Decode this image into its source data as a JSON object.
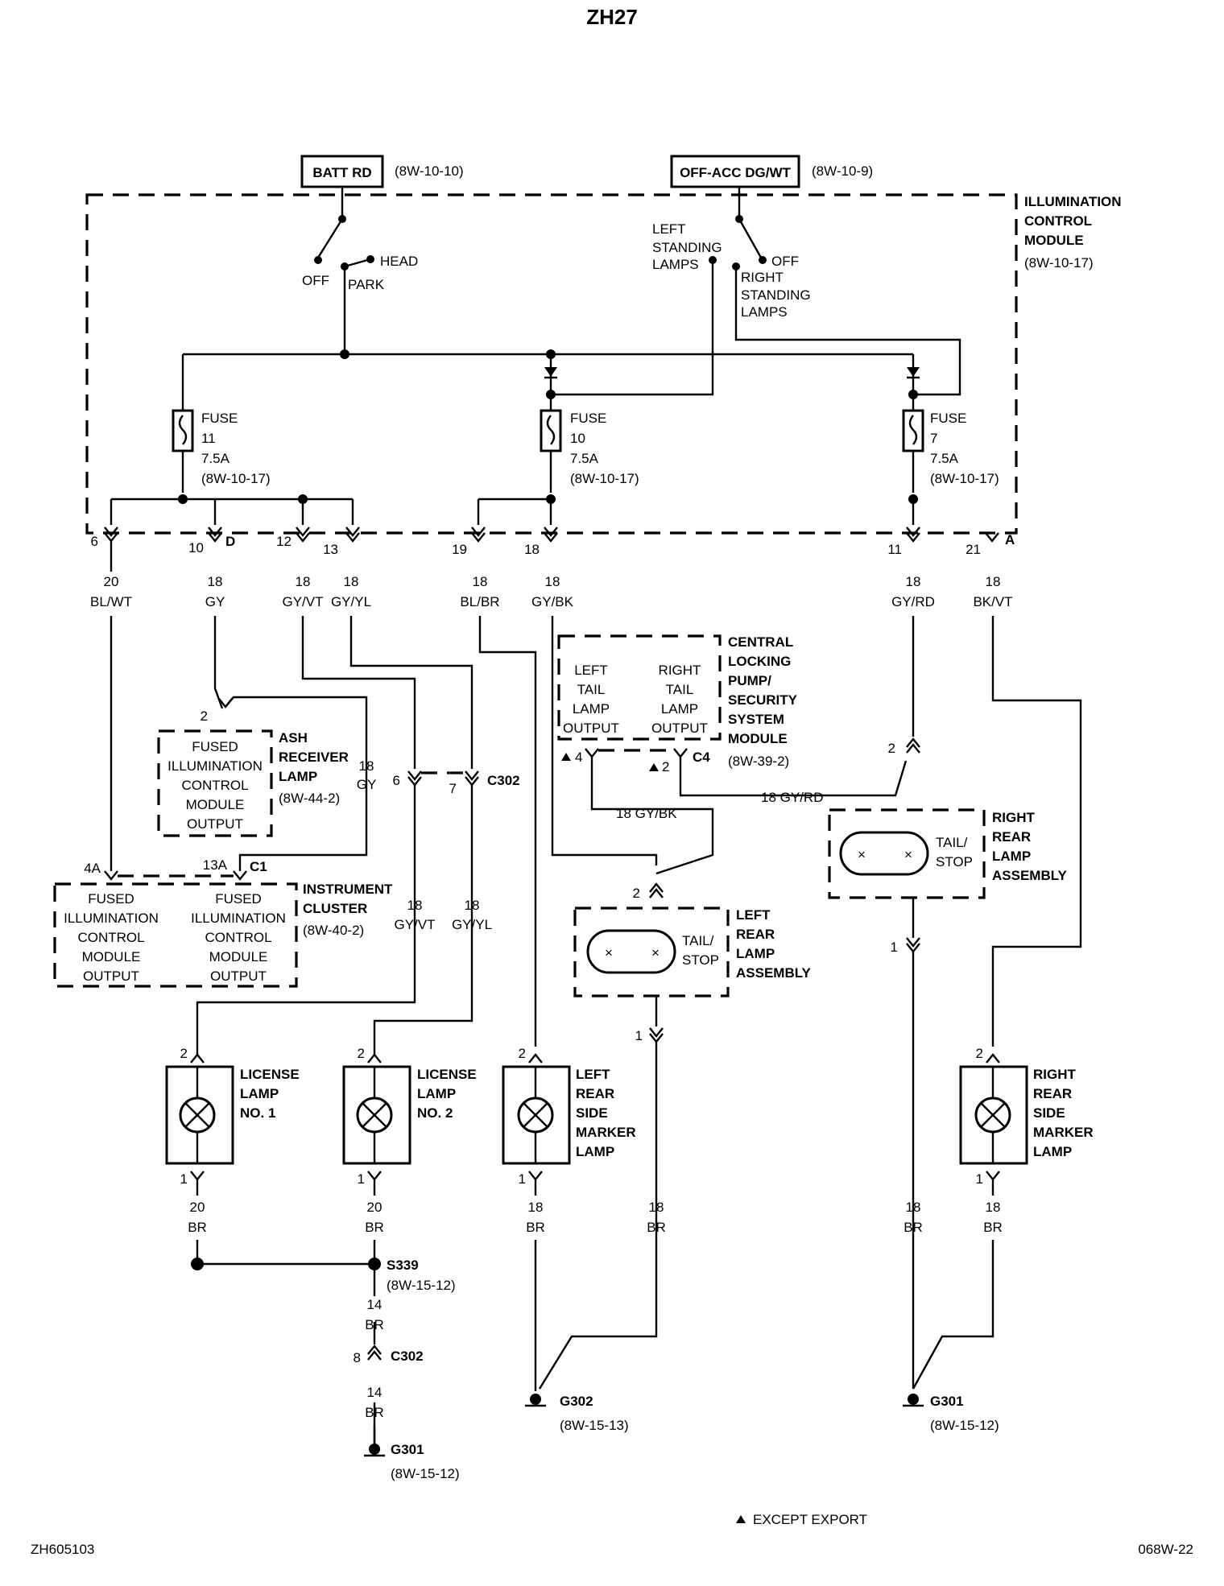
{
  "title": "ZH27",
  "footer": {
    "left": "ZH605103",
    "right": "068W-22",
    "note": "EXCEPT EXPORT"
  },
  "sources": {
    "batt": {
      "label": "BATT RD",
      "ref": "(8W-10-10)"
    },
    "acc": {
      "label": "OFF-ACC DG/WT",
      "ref": "(8W-10-9)"
    }
  },
  "icm": {
    "l1": "ILLUMINATION",
    "l2": "CONTROL",
    "l3": "MODULE",
    "ref": "(8W-10-17)"
  },
  "switch1": {
    "off": "OFF",
    "park": "PARK",
    "head": "HEAD"
  },
  "switch2": {
    "left1": "LEFT",
    "left2": "STANDING",
    "left3": "LAMPS",
    "off": "OFF",
    "right1": "RIGHT",
    "right2": "STANDING",
    "right3": "LAMPS"
  },
  "fuses": [
    {
      "label": "FUSE",
      "num": "11",
      "amp": "7.5A",
      "ref": "(8W-10-17)"
    },
    {
      "label": "FUSE",
      "num": "10",
      "amp": "7.5A",
      "ref": "(8W-10-17)"
    },
    {
      "label": "FUSE",
      "num": "7",
      "amp": "7.5A",
      "ref": "(8W-10-17)"
    }
  ],
  "connectors": {
    "d": "D",
    "a": "A",
    "c302": "C302",
    "c1": "C1",
    "c4": "C4",
    "c302b": "C302"
  },
  "pins": {
    "p6": "6",
    "p10": "10",
    "p12": "12",
    "p13": "13",
    "p19": "19",
    "p18": "18",
    "p11": "11",
    "p21": "21",
    "ash2": "2",
    "c302_6": "6",
    "c302_7": "7",
    "c1_4a": "4A",
    "c1_13a": "13A",
    "c4_4": "4",
    "c4_2": "2",
    "rr2": "2",
    "rr1": "1",
    "lr2": "2",
    "lr1": "1",
    "lic1_2": "2",
    "lic1_1": "1",
    "lic2_2": "2",
    "lic2_1": "1",
    "lsm2": "2",
    "lsm1": "1",
    "rsm2": "2",
    "rsm1": "1",
    "c302_8": "8"
  },
  "wires": {
    "w1g": "20",
    "w1c": "BL/WT",
    "w2g": "18",
    "w2c": "GY",
    "w3g": "18",
    "w3c": "GY/VT",
    "w4g": "18",
    "w4c": "GY/YL",
    "w5g": "18",
    "w5c": "BL/BR",
    "w6g": "18",
    "w6c": "GY/BK",
    "w7g": "18",
    "w7c": "GY/RD",
    "w8g": "18",
    "w8c": "BK/VT",
    "ashg": "18",
    "ashc": "GY",
    "c4bk": "18  GY/BK",
    "c4rd": "18  GY/RD",
    "l3g": "18",
    "l3c": "GY/VT",
    "l4g": "18",
    "l4c": "GY/YL",
    "g1g": "20",
    "g1c": "BR",
    "g2g": "20",
    "g2c": "BR",
    "g3g": "18",
    "g3c": "BR",
    "g4g": "18",
    "g4c": "BR",
    "g5g": "18",
    "g5c": "BR",
    "g6g": "18",
    "g6c": "BR",
    "s14ag": "14",
    "s14ac": "BR",
    "s14bg": "14",
    "s14bc": "BR"
  },
  "modules": {
    "ash": {
      "i1": "FUSED",
      "i2": "ILLUMINATION",
      "i3": "CONTROL",
      "i4": "MODULE",
      "i5": "OUTPUT",
      "n1": "ASH",
      "n2": "RECEIVER",
      "n3": "LAMP",
      "ref": "(8W-44-2)"
    },
    "cluster": {
      "a1": "FUSED",
      "a2": "ILLUMINATION",
      "a3": "CONTROL",
      "a4": "MODULE",
      "a5": "OUTPUT",
      "b1": "FUSED",
      "b2": "ILLUMINATION",
      "b3": "CONTROL",
      "b4": "MODULE",
      "b5": "OUTPUT",
      "n1": "INSTRUMENT",
      "n2": "CLUSTER",
      "ref": "(8W-40-2)"
    },
    "central": {
      "l1": "LEFT",
      "l2": "TAIL",
      "l3": "LAMP",
      "l4": "OUTPUT",
      "r1": "RIGHT",
      "r2": "TAIL",
      "r3": "LAMP",
      "r4": "OUTPUT",
      "n1": "CENTRAL",
      "n2": "LOCKING",
      "n3": "PUMP/",
      "n4": "SECURITY",
      "n5": "SYSTEM",
      "n6": "MODULE",
      "ref": "(8W-39-2)"
    }
  },
  "lamps": {
    "rr": {
      "t1": "TAIL/",
      "t2": "STOP",
      "n1": "RIGHT",
      "n2": "REAR",
      "n3": "LAMP",
      "n4": "ASSEMBLY"
    },
    "lr": {
      "t1": "TAIL/",
      "t2": "STOP",
      "n1": "LEFT",
      "n2": "REAR",
      "n3": "LAMP",
      "n4": "ASSEMBLY"
    },
    "lic1": {
      "n1": "LICENSE",
      "n2": "LAMP",
      "n3": "NO. 1"
    },
    "lic2": {
      "n1": "LICENSE",
      "n2": "LAMP",
      "n3": "NO. 2"
    },
    "lsm": {
      "n1": "LEFT",
      "n2": "REAR",
      "n3": "SIDE",
      "n4": "MARKER",
      "n5": "LAMP"
    },
    "rsm": {
      "n1": "RIGHT",
      "n2": "REAR",
      "n3": "SIDE",
      "n4": "MARKER",
      "n5": "LAMP"
    }
  },
  "grounds": {
    "s339": "S339",
    "s339ref": "(8W-15-12)",
    "g301a": "G301",
    "g301aref": "(8W-15-12)",
    "g302": "G302",
    "g302ref": "(8W-15-13)",
    "g301b": "G301",
    "g301bref": "(8W-15-12)"
  }
}
